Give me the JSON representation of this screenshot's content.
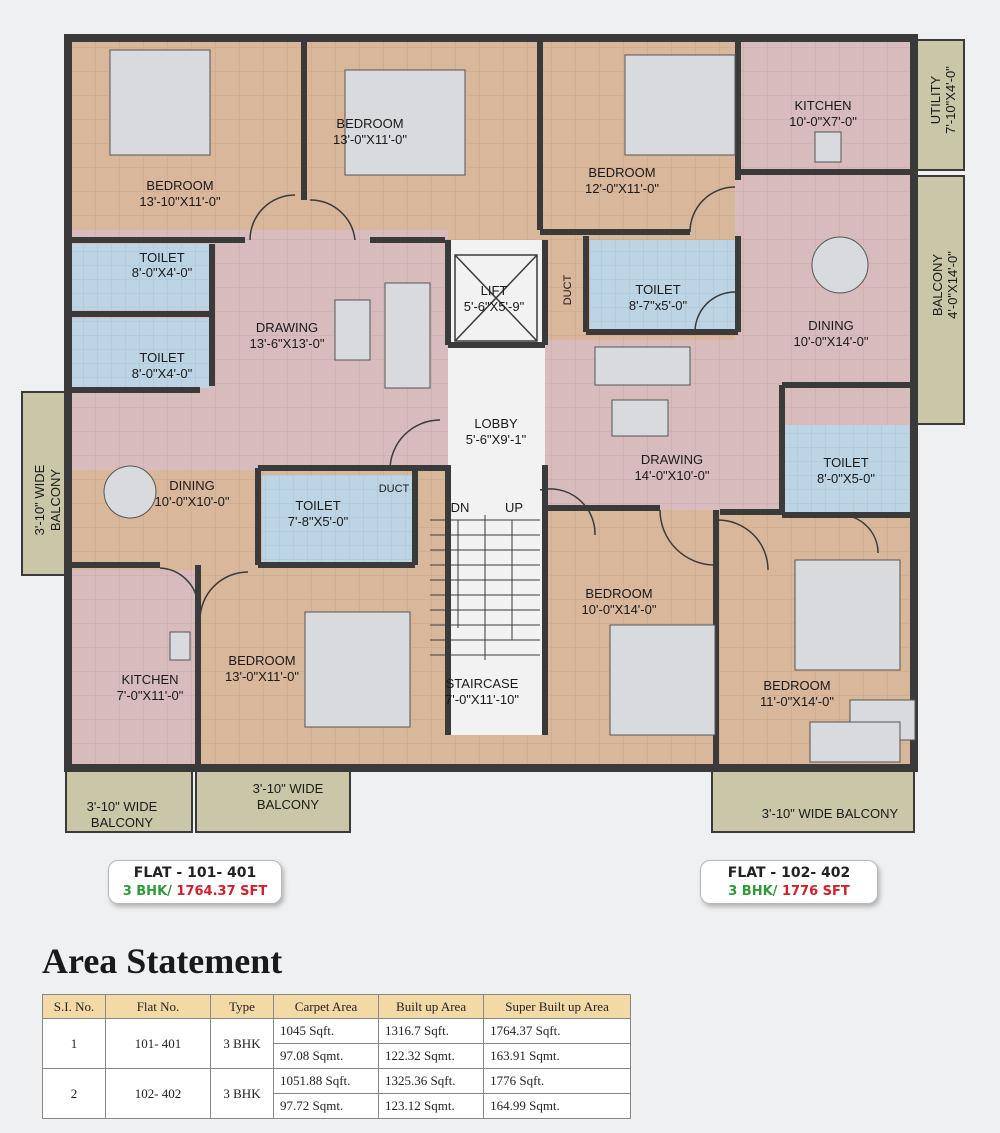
{
  "rooms": {
    "bedroom_tl": {
      "name": "BEDROOM",
      "size": "13'-10\"X11'-0\""
    },
    "bedroom_tm": {
      "name": "BEDROOM",
      "size": "13'-0\"X11'-0\""
    },
    "bedroom_tr": {
      "name": "BEDROOM",
      "size": "12'-0\"X11'-0\""
    },
    "kitchen_tr": {
      "name": "KITCHEN",
      "size": "10'-0\"X7'-0\""
    },
    "utility": {
      "name": "UTILITY",
      "size": "7'-10\"X4'-0\""
    },
    "toilet_l1": {
      "name": "TOILET",
      "size": "8'-0\"X4'-0\""
    },
    "toilet_l2": {
      "name": "TOILET",
      "size": "8'-0\"X4'-0\""
    },
    "drawing_l": {
      "name": "DRAWING",
      "size": "13'-6\"X13'-0\""
    },
    "lift": {
      "name": "LIFT",
      "size": "5'-6\"X5'-9\""
    },
    "duct_mid": {
      "name": "DUCT"
    },
    "toilet_rm": {
      "name": "TOILET",
      "size": "8'-7\"x5'-0\""
    },
    "dining_r": {
      "name": "DINING",
      "size": "10'-0\"X14'-0\""
    },
    "balcony_r": {
      "name": "BALCONY",
      "size": "4'-0\"X14'-0\""
    },
    "lobby": {
      "name": "LOBBY",
      "size": "5'-6\"X9'-1\""
    },
    "dining_l": {
      "name": "DINING",
      "size": "10'-0\"X10'-0\""
    },
    "balcony_l": {
      "line1": "3'-10\" WIDE",
      "line2": "BALCONY"
    },
    "toilet_lm": {
      "name": "TOILET",
      "size": "7'-8\"X5'-0\""
    },
    "duct_l": {
      "name": "DUCT"
    },
    "drawing_r": {
      "name": "DRAWING",
      "size": "14'-0\"X10'-0\""
    },
    "toilet_r": {
      "name": "TOILET",
      "size": "8'-0\"X5-0\""
    },
    "dn": {
      "name": "DN"
    },
    "up": {
      "name": "UP"
    },
    "kitchen_bl": {
      "name": "KITCHEN",
      "size": "7'-0\"X11'-0\""
    },
    "bedroom_bl": {
      "name": "BEDROOM",
      "size": "13'-0\"X11'-0\""
    },
    "staircase": {
      "name": "STAIRCASE",
      "size": "7'-0\"X11'-10\""
    },
    "bedroom_bm": {
      "name": "BEDROOM",
      "size": "10'-0\"X14'-0\""
    },
    "bedroom_br": {
      "name": "BEDROOM",
      "size": "11'-0\"X14'-0\""
    },
    "balcony_bl": {
      "line1": "3'-10\" WIDE",
      "line2": "BALCONY"
    },
    "balcony_bm": {
      "line1": "3'-10\" WIDE",
      "line2": "BALCONY"
    },
    "balcony_br": {
      "line1": "3'-10\" WIDE BALCONY"
    }
  },
  "flats": [
    {
      "title": "FLAT - 101- 401",
      "type": "3 BHK/",
      "area": "1764.37 SFT"
    },
    {
      "title": "FLAT - 102- 402",
      "type": "3 BHK/",
      "area": "1776 SFT"
    }
  ],
  "colors": {
    "floor": "#d9b79a",
    "floor_pink": "#d8bcbd",
    "toilet": "#bcd4e4",
    "balcony": "#c9c7a8",
    "wall": "#f4f4f4",
    "wall_edge": "#3a3a3a",
    "type_green": "#2e9a3a",
    "area_red": "#d0202a",
    "table_header": "#f3d9a6"
  },
  "area_statement": {
    "title": "Area Statement",
    "headers": [
      "S.I. No.",
      "Flat No.",
      "Type",
      "Carpet Area",
      "Built up Area",
      "Super Built up Area"
    ],
    "rows": [
      {
        "sl": "1",
        "flat": "101- 401",
        "type": "3 BHK",
        "carpet": [
          "1045 Sqft.",
          "97.08 Sqmt."
        ],
        "built": [
          "1316.7 Sqft.",
          "122.32 Sqmt."
        ],
        "super": [
          "1764.37 Sqft.",
          "163.91 Sqmt."
        ]
      },
      {
        "sl": "2",
        "flat": "102- 402",
        "type": "3 BHK",
        "carpet": [
          "1051.88 Sqft.",
          "97.72 Sqmt."
        ],
        "built": [
          "1325.36 Sqft.",
          "123.12 Sqmt."
        ],
        "super": [
          "1776 Sqft.",
          "164.99 Sqmt."
        ]
      }
    ]
  }
}
